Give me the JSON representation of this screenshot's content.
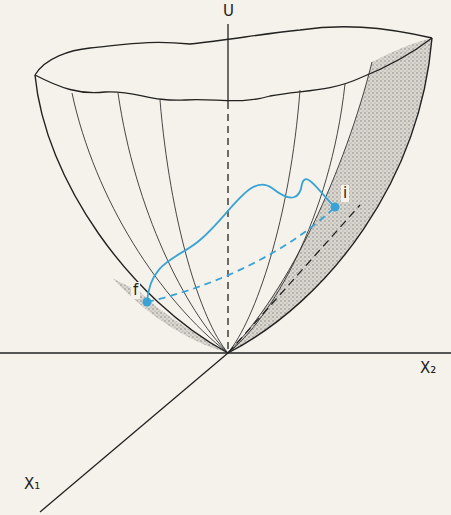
{
  "diagram": {
    "labels": [
      "U",
      "X₂",
      "X₁",
      "i",
      "f"
    ]
  }
}
